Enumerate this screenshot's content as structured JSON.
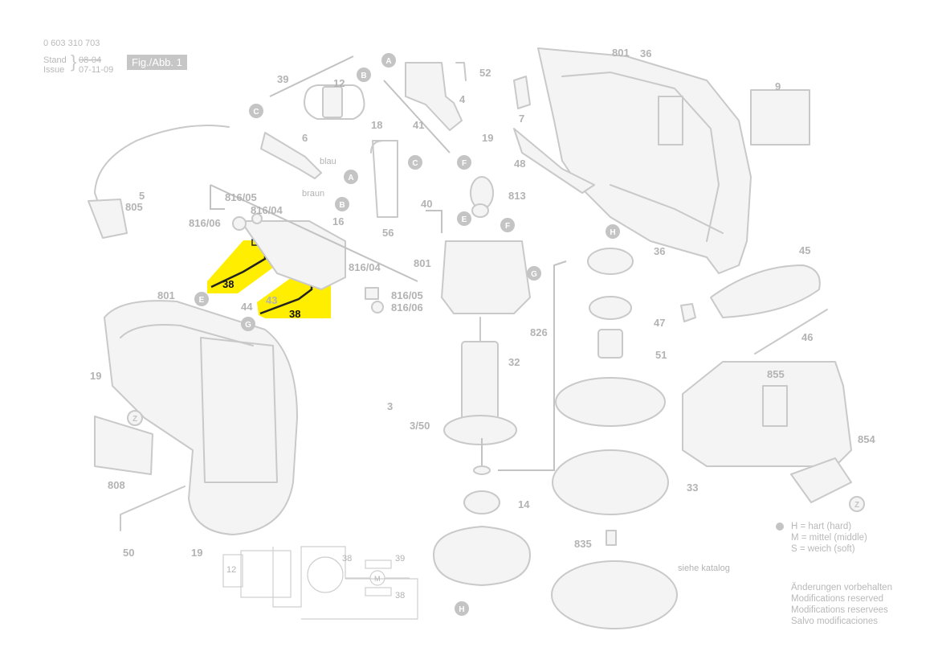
{
  "header": {
    "part_number": "0 603 310 703",
    "stand_label": "Stand",
    "issue_label": "Issue",
    "stand_date": "08-04",
    "issue_date": "07-11-09",
    "figure_badge": "Fig./Abb. 1"
  },
  "highlight_color": "#ffee00",
  "highlighted_part": "38",
  "callouts": [
    {
      "id": "c-52",
      "text": "52"
    },
    {
      "id": "c-4",
      "text": "4"
    },
    {
      "id": "c-12",
      "text": "12"
    },
    {
      "id": "c-39",
      "text": "39"
    },
    {
      "id": "c-18",
      "text": "18"
    },
    {
      "id": "c-41",
      "text": "41"
    },
    {
      "id": "c-6",
      "text": "6"
    },
    {
      "id": "c-7",
      "text": "7"
    },
    {
      "id": "c-19a",
      "text": "19"
    },
    {
      "id": "c-801a",
      "text": "801"
    },
    {
      "id": "c-36a",
      "text": "36"
    },
    {
      "id": "c-9",
      "text": "9"
    },
    {
      "id": "c-48",
      "text": "48"
    },
    {
      "id": "c-5",
      "text": "5"
    },
    {
      "id": "c-805",
      "text": "805"
    },
    {
      "id": "c-816-05a",
      "text": "816/05"
    },
    {
      "id": "c-816-06a",
      "text": "816/06"
    },
    {
      "id": "c-816-04a",
      "text": "816/04"
    },
    {
      "id": "c-16",
      "text": "16"
    },
    {
      "id": "c-40",
      "text": "40"
    },
    {
      "id": "c-56",
      "text": "56"
    },
    {
      "id": "c-813",
      "text": "813"
    },
    {
      "id": "c-36b",
      "text": "36"
    },
    {
      "id": "c-45",
      "text": "45"
    },
    {
      "id": "c-801b",
      "text": "801"
    },
    {
      "id": "c-816-04b",
      "text": "816/04"
    },
    {
      "id": "c-816-05b",
      "text": "816/05"
    },
    {
      "id": "c-816-06b",
      "text": "816/06"
    },
    {
      "id": "c-801c",
      "text": "801"
    },
    {
      "id": "c-44",
      "text": "44"
    },
    {
      "id": "c-43",
      "text": "43"
    },
    {
      "id": "c-19b",
      "text": "19"
    },
    {
      "id": "c-32",
      "text": "32"
    },
    {
      "id": "c-826",
      "text": "826"
    },
    {
      "id": "c-47",
      "text": "47"
    },
    {
      "id": "c-46",
      "text": "46"
    },
    {
      "id": "c-3",
      "text": "3"
    },
    {
      "id": "c-3-50",
      "text": "3/50"
    },
    {
      "id": "c-51",
      "text": "51"
    },
    {
      "id": "c-855",
      "text": "855"
    },
    {
      "id": "c-854",
      "text": "854"
    },
    {
      "id": "c-808",
      "text": "808"
    },
    {
      "id": "c-33",
      "text": "33"
    },
    {
      "id": "c-14",
      "text": "14"
    },
    {
      "id": "c-50",
      "text": "50"
    },
    {
      "id": "c-19c",
      "text": "19"
    },
    {
      "id": "c-835",
      "text": "835"
    },
    {
      "id": "c-siehe",
      "text": "siehe katalog"
    },
    {
      "id": "w-12",
      "text": "12"
    },
    {
      "id": "w-38a",
      "text": "38"
    },
    {
      "id": "w-39",
      "text": "39"
    },
    {
      "id": "w-38b",
      "text": "38"
    },
    {
      "id": "w-m",
      "text": "M"
    }
  ],
  "highlight_labels": [
    {
      "id": "h-38a",
      "text": "38"
    },
    {
      "id": "h-38b",
      "text": "38"
    }
  ],
  "wire_labels": {
    "blau": "blau",
    "braun": "braun"
  },
  "markers": [
    {
      "id": "m-A1",
      "text": "A"
    },
    {
      "id": "m-B1",
      "text": "B"
    },
    {
      "id": "m-C1",
      "text": "C"
    },
    {
      "id": "m-A2",
      "text": "A"
    },
    {
      "id": "m-B2",
      "text": "B"
    },
    {
      "id": "m-C2",
      "text": "C"
    },
    {
      "id": "m-F1",
      "text": "F"
    },
    {
      "id": "m-E1",
      "text": "E"
    },
    {
      "id": "m-F2",
      "text": "F"
    },
    {
      "id": "m-G1",
      "text": "G"
    },
    {
      "id": "m-E2",
      "text": "E"
    },
    {
      "id": "m-G2",
      "text": "G"
    },
    {
      "id": "m-H1",
      "text": "H"
    },
    {
      "id": "m-Z1",
      "text": "Z"
    },
    {
      "id": "m-Z2",
      "text": "Z"
    },
    {
      "id": "m-H2",
      "text": "H"
    }
  ],
  "legend": {
    "line1": "H = hart (hard)",
    "line2": "M = mittel (middle)",
    "line3": "S = weich (soft)"
  },
  "footer_notes": {
    "line1": "Änderungen vorbehalten",
    "line2": "Modifications reserved",
    "line3": "Modifications reservees",
    "line4": "Salvo modificaciones"
  }
}
